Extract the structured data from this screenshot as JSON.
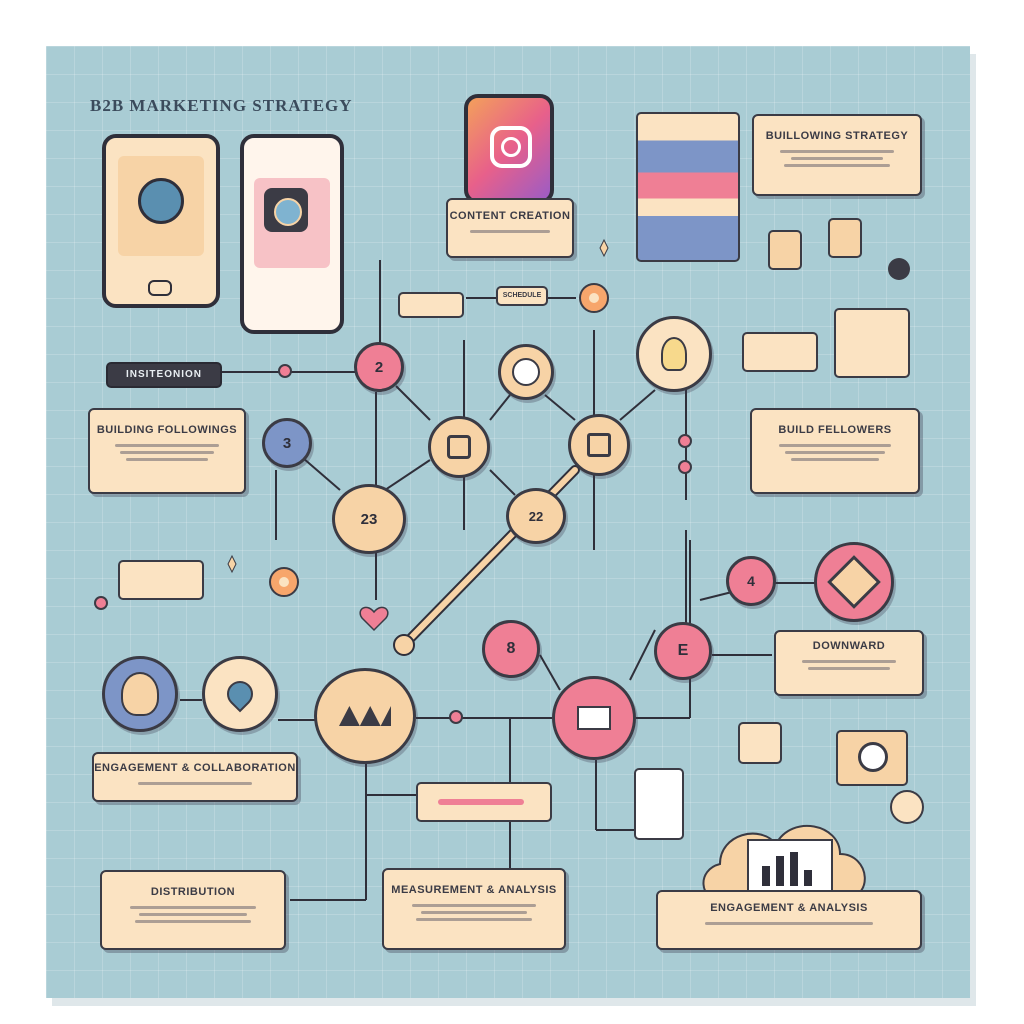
{
  "title": "B2B MARKETING STRATEGY",
  "labels": {
    "content_creation": "CONTENT CREATION",
    "building_strategy": "BUILLOWING STRATEGY",
    "insiteonion": "INSITEONION",
    "building_followings_left": "BUILDING FOLLOWINGS",
    "build_followers_right": "BUILD FELLOWERS",
    "engagement": "ENGAGEMENT & COLLABORATION",
    "bottom_left": "DISTRIBUTION",
    "bottom_mid": "MEASUREMENT & ANALYSIS",
    "bottom_right": "ENGAGEMENT & ANALYSIS",
    "right_mid": "DOWNWARD",
    "small_pill": "SCHEDULE"
  },
  "nodes": {
    "n1": "2",
    "n2": "3",
    "n3": "23",
    "n4": "22",
    "n5": "8",
    "n6": "4",
    "n7": "E"
  },
  "colors": {
    "board": "#a9ccd4",
    "peach": "#f7d3a6",
    "pink": "#ef7f95",
    "ink": "#3b3b45"
  }
}
